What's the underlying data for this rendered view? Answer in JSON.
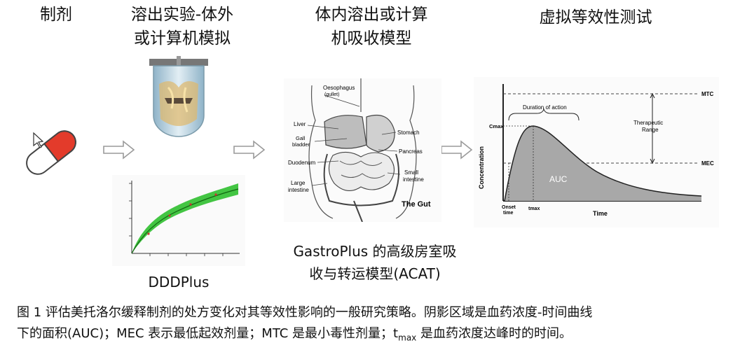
{
  "stages": {
    "formulation": "制剂",
    "dissolution": "溶出实验-体外\n或计算机模拟",
    "absorption": "体内溶出或计算\n机吸收模型",
    "bioequivalence": "虚拟等效性测试"
  },
  "software": {
    "ddd": "DDDPlus",
    "acat": "GastroPlus 的高级房室吸\n收与转运模型(ACAT)"
  },
  "gut": {
    "oesophagus": "Oesophagus",
    "gullet": "(gullet)",
    "liver": "Liver",
    "gall": "Gall",
    "bladder": "bladder",
    "stomach": "Stomach",
    "pancreas": "Pancreas",
    "duodenum": "Duodenum",
    "small": "Small",
    "intestine_small": "intestine",
    "large": "Large",
    "intestine_large": "intestine",
    "title": "The Gut"
  },
  "pk": {
    "mtc": "MTC",
    "mec": "MEC",
    "cmax": "Cmax",
    "duration": "Duration of action",
    "therapeutic1": "Therapeutic",
    "therapeutic2": "Range",
    "auc": "AUC",
    "ylabel": "Concentration",
    "onset1": "Onset",
    "onset2": "time",
    "tmax": "tmax",
    "xlabel": "Time"
  },
  "colors": {
    "capsule_red": "#e33b2b",
    "curve_fill": "#a8a8a8",
    "band_green": "#22bb22",
    "arrow": "#9a9a9a"
  },
  "caption": {
    "line1": "图 1  评估美托洛尔缓释制剂的处方变化对其等效性影响的一般研究策略。阴影区域是血药浓度-时间曲线",
    "line2_a": "下的面积(AUC)；MEC 表示最低起效剂量；MTC 是最小毒性剂量；t",
    "line2_sub": "max",
    "line2_b": " 是血药浓度达峰时的时间。"
  }
}
